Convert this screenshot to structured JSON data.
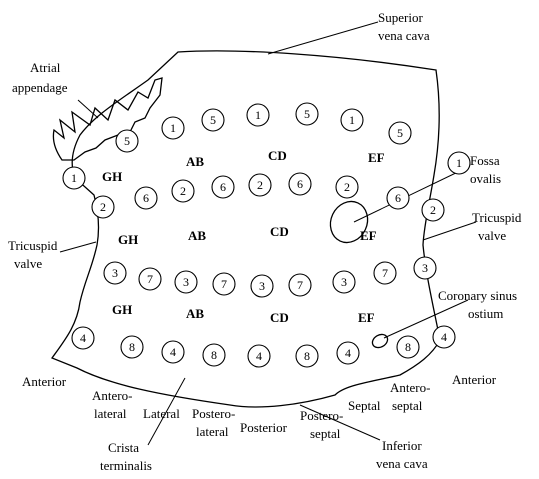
{
  "labels": {
    "svc_1": "Superior",
    "svc_2": "vena cava",
    "atrial_1": "Atrial",
    "atrial_2": "appendage",
    "fossa_1": "Fossa",
    "fossa_2": "ovalis",
    "tri_right_1": "Tricuspid",
    "tri_right_2": "valve",
    "tri_left_1": "Tricuspid",
    "tri_left_2": "valve",
    "coronary_1": "Coronary sinus",
    "coronary_2": "ostium",
    "anterior_left": "Anterior",
    "anterior_right": "Anterior",
    "anterolateral_1": "Antero-",
    "anterolateral_2": "lateral",
    "lateral": "Lateral",
    "posterolateral_1": "Postero-",
    "posterolateral_2": "lateral",
    "posterior": "Posterior",
    "posteroseptal_1": "Postero-",
    "posteroseptal_2": "septal",
    "septal": "Septal",
    "anteroseptal_1": "Antero-",
    "anteroseptal_2": "septal",
    "crista_1": "Crista",
    "crista_2": "terminalis",
    "ivc_1": "Inferior",
    "ivc_2": "vena cava"
  },
  "zones": {
    "row1": [
      "GH",
      "AB",
      "CD",
      "EF"
    ],
    "row2": [
      "GH",
      "AB",
      "CD",
      "EF"
    ],
    "row3": [
      "GH",
      "AB",
      "CD",
      "EF"
    ]
  },
  "points": {
    "left_edge": [
      "5",
      "1",
      "2",
      "3",
      "4"
    ],
    "right_edge": [
      "1",
      "2",
      "3",
      "4"
    ],
    "top_row": [
      "1",
      "5",
      "1",
      "5",
      "1",
      "5"
    ],
    "row2": [
      "6",
      "2",
      "6",
      "2",
      "6",
      "2",
      "6"
    ],
    "row3": [
      "7",
      "3",
      "7",
      "3",
      "7",
      "3",
      "7"
    ],
    "row4": [
      "8",
      "4",
      "8",
      "4",
      "8",
      "4",
      "8"
    ]
  }
}
